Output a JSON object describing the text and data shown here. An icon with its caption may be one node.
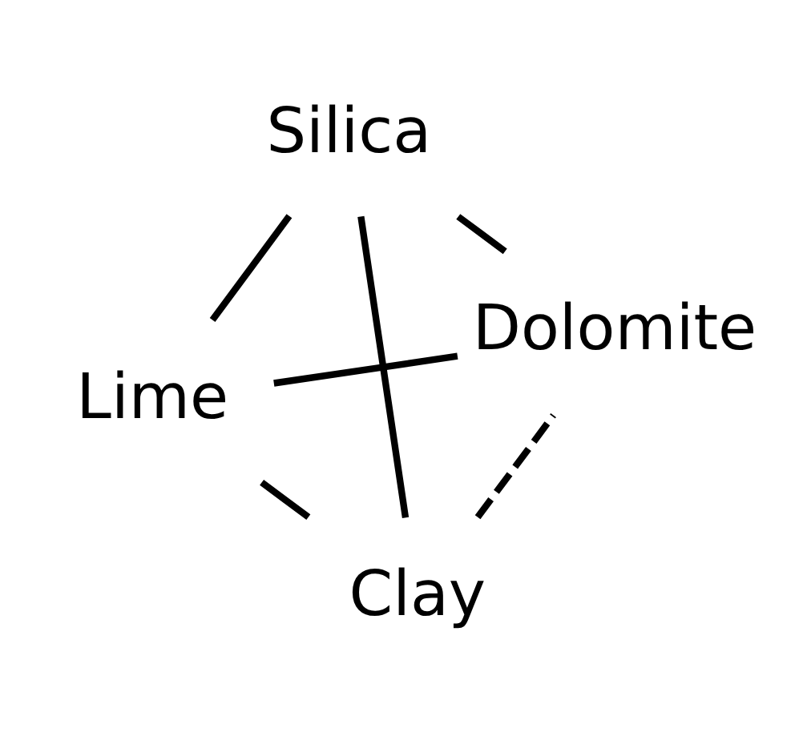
{
  "diagram": {
    "nodes": [
      {
        "text": [
          "Lime"
        ]
      },
      {
        "text": [
          "Dolomite"
        ]
      },
      {
        "text": [
          "Clay"
        ]
      },
      {
        "text": [
          "Silica"
        ]
      }
    ],
    "edges": [
      {
        "from": 0,
        "to": 1,
        "arrow": "none"
      },
      {
        "from": 0,
        "to": 2,
        "arrow": "none"
      },
      {
        "from": 0,
        "to": 3,
        "arrow": "none"
      },
      {
        "from": 1,
        "to": 3,
        "arrow": "none"
      },
      {
        "from": 2,
        "to": 3,
        "arrow": "none"
      },
      {
        "from": 2,
        "to": 1,
        "arrow": "none",
        "style": "dashed"
      }
    ]
  }
}
